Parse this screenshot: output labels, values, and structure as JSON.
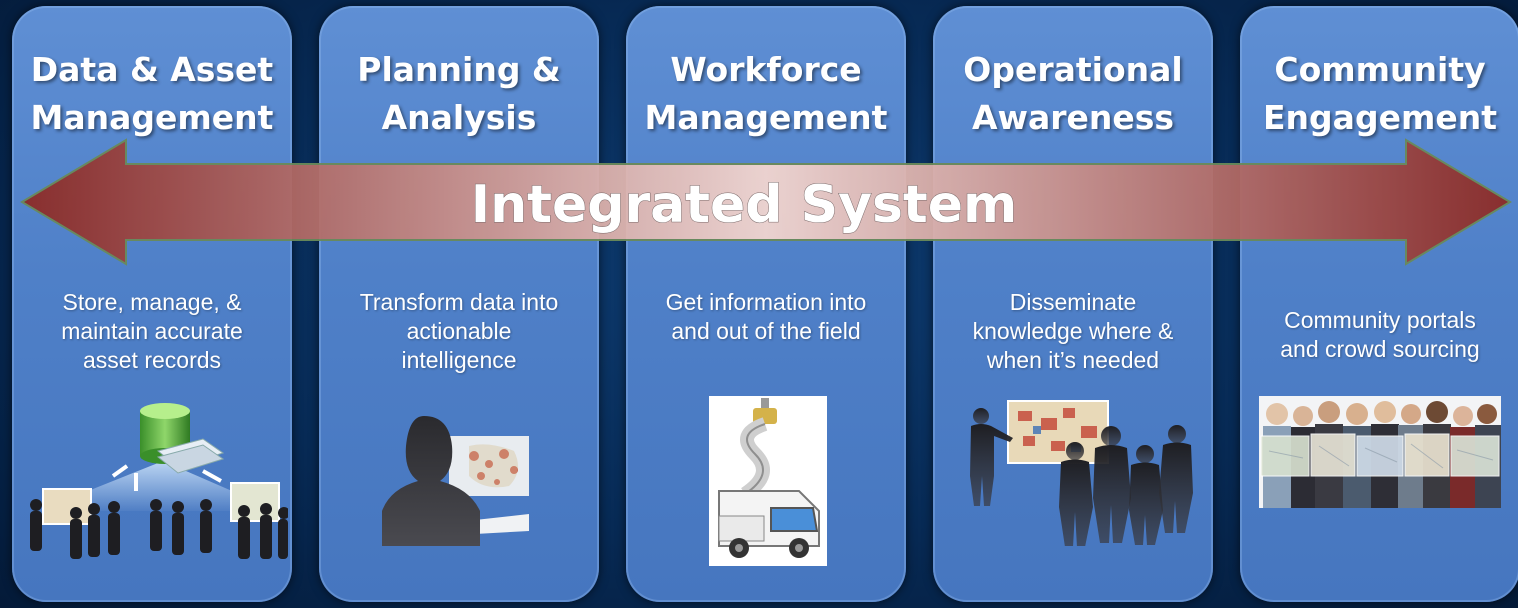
{
  "columns": [
    {
      "title": "Data & Asset\nManagement",
      "description": "Store, manage, &\nmaintain accurate\nasset records",
      "illustration": "database-servers-people-icon"
    },
    {
      "title": "Planning &\nAnalysis",
      "description": "Transform data into\nactionable\nintelligence",
      "illustration": "analyst-silhouette-map-icon"
    },
    {
      "title": "Workforce\nManagement",
      "description": "Get information into\nand out of the field",
      "illustration": "bucket-truck-icon"
    },
    {
      "title": "Operational\nAwareness",
      "description": "Disseminate\nknowledge where &\nwhen it’s needed",
      "illustration": "people-viewing-map-icon"
    },
    {
      "title": "Community\nEngagement",
      "description": "Community portals\nand crowd sourcing",
      "illustration": "community-people-maps-icon"
    }
  ],
  "banner": {
    "label": "Integrated System",
    "colors": {
      "edge": "#8b2a26",
      "center": "#f2d6d0"
    }
  },
  "colors": {
    "panel": "#5585cc",
    "background": "#072a55",
    "text": "#ffffff"
  }
}
